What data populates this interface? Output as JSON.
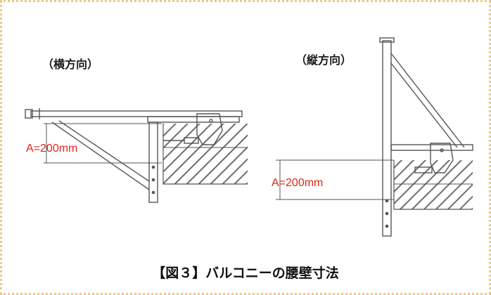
{
  "diagram": {
    "left_label": "（横方向）",
    "right_label": "（縦方向）",
    "left_dimension": "A=200mm",
    "right_dimension": "A=200mm",
    "caption": "【図３】バルコニーの腰壁寸法"
  },
  "colors": {
    "border": "#e9c98a",
    "line": "#555555",
    "hatch": "#555555",
    "dimension_text": "#e2231a",
    "text": "#111111"
  }
}
